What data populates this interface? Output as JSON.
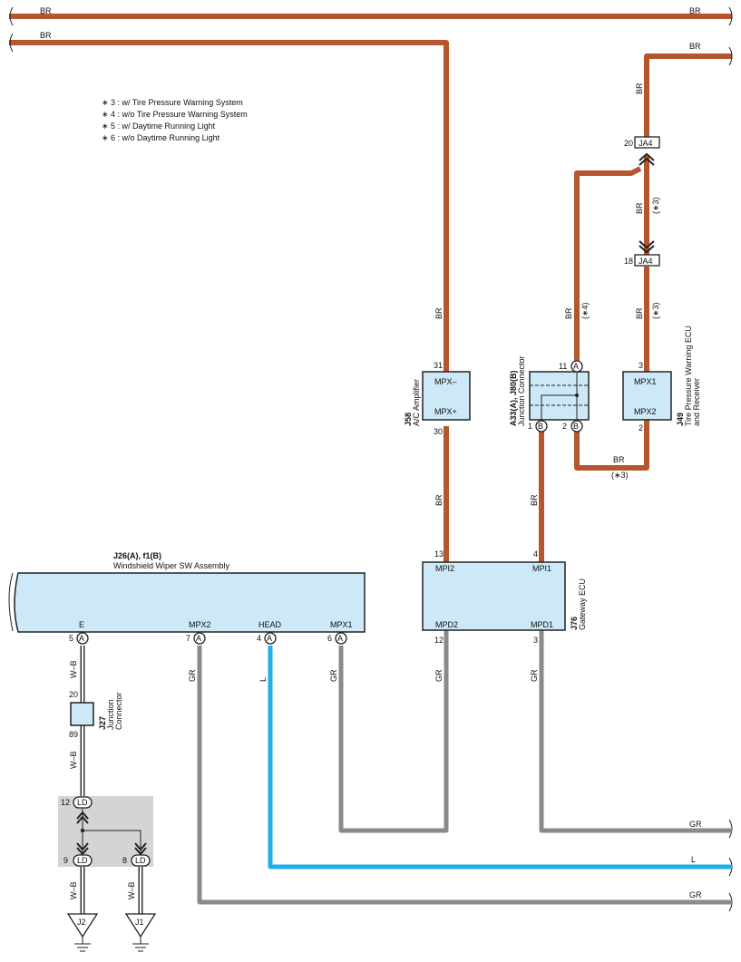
{
  "wires": {
    "br": "BR",
    "gr": "GR",
    "l": "L",
    "wb": "W–B",
    "n3": "(∗3)",
    "n4": "(∗4)"
  },
  "notes": [
    "∗ 3 : w/ Tire Pressure Warning System",
    "∗ 4 : w/o Tire Pressure Warning System",
    "∗ 5 : w/ Daytime Running Light",
    "∗ 6 : w/o Daytime Running Light"
  ],
  "connectors": {
    "ja4": "JA4",
    "ja4_top_pin": "20",
    "ja4_bottom_pin": "18",
    "ld": "LD",
    "ld_pin_top": "12",
    "ld_pin_left": "9",
    "ld_pin_right": "8",
    "j2": "J2",
    "j1": "J1"
  },
  "ac_amp": {
    "code": "J58",
    "name": "A/C Amplifier",
    "pin_top": "31",
    "pin_bottom": "30",
    "mpx_minus": "MPX–",
    "mpx_plus": "MPX+"
  },
  "jc_a33": {
    "code": "A33(A), J80(B)",
    "name": "Junction Connector",
    "pin_a": "11",
    "pin_b1": "1",
    "pin_b2": "2",
    "a": "A",
    "b": "B"
  },
  "tpw": {
    "code": "J49",
    "name1": "Tire Pressure Warning ECU",
    "name2": "and Receiver",
    "pin_top": "3",
    "pin_bottom": "2",
    "mpx1": "MPX1",
    "mpx2": "MPX2"
  },
  "wiper": {
    "code": "J26(A), f1(B)",
    "name": "Windshield Wiper SW Assembly",
    "pins": [
      {
        "label": "E",
        "num": "5",
        "conn": "A"
      },
      {
        "label": "MPX2",
        "num": "7",
        "conn": "A"
      },
      {
        "label": "HEAD",
        "num": "4",
        "conn": "A"
      },
      {
        "label": "MPX1",
        "num": "6",
        "conn": "A"
      }
    ]
  },
  "gateway": {
    "code": "J76",
    "name": "Gateway ECU",
    "mpi2": "MPI2",
    "mpi1": "MPI1",
    "mpd2": "MPD2",
    "mpd1": "MPD1",
    "p13": "13",
    "p4": "4",
    "p12": "12",
    "p3": "3"
  },
  "jc_j27": {
    "code": "J27",
    "name1": "Junction",
    "name2": "Connector",
    "pin_top": "20",
    "pin_bottom": "89"
  }
}
